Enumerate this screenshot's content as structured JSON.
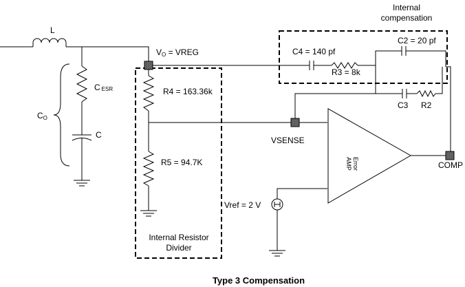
{
  "labels": {
    "inductor": "L",
    "vo_prefix": "V",
    "vo_sub": "O",
    "vo_suffix": " = VREG",
    "cesr_main": "C",
    "cesr_sub": "ESR",
    "co_main": "C",
    "co_sub": "O",
    "c": "C",
    "r4": "R4 = 163.36k",
    "r5": "R5 = 94.7K",
    "divider_line1": "Internal Resistor",
    "divider_line2": "Divider",
    "internal_comp_line1": "Internal",
    "internal_comp_line2": "compensation",
    "c4": "C4 = 140 pf",
    "r3": "R3 = 8k",
    "c2": "C2 = 20 pf",
    "c3": "C3",
    "r2": "R2",
    "vsense": "VSENSE",
    "error_amp_line1": "Error",
    "error_amp_line2": "AMP",
    "comp": "COMP",
    "vref": "Vref = 2 V"
  },
  "title": "Type 3 Compensation"
}
